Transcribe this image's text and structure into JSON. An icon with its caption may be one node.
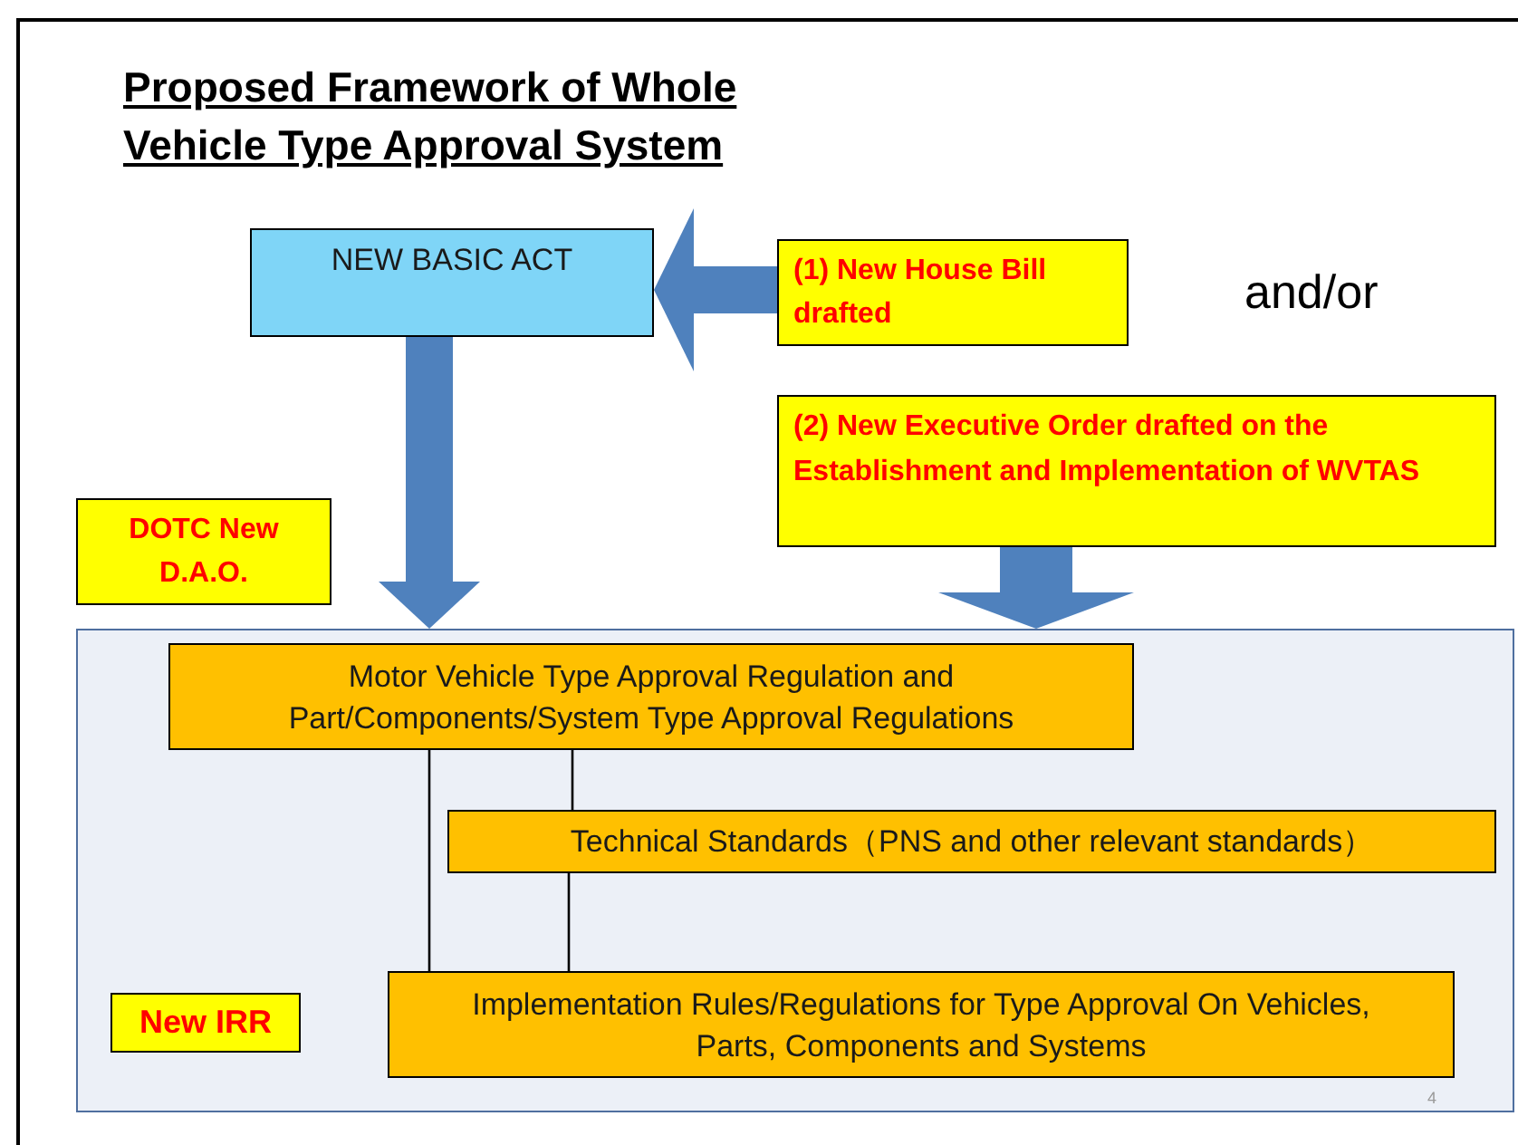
{
  "diagram": {
    "title": "Proposed Framework of Whole Vehicle Type Approval System",
    "nodes": [
      {
        "text": [
          "NEW BASIC ACT"
        ]
      },
      {
        "text": [
          "(1) New House Bill drafted"
        ]
      },
      {
        "text": [
          "(2) New Executive Order drafted on the Establishment and Implementation of WVTAS"
        ]
      },
      {
        "text": [
          "DOTC New D.A.O."
        ]
      },
      {
        "text": [],
        "shape": "box"
      },
      {
        "text": [
          "Motor Vehicle Type Approval Regulation and Part/Components/System Type Approval Regulations"
        ],
        "in": 4
      },
      {
        "text": [
          "Technical Standards（PNS and other relevant standards）"
        ],
        "in": 4
      },
      {
        "text": [
          "Implementation Rules/Regulations for Type Approval On Vehicles, Parts, Components and Systems"
        ],
        "in": 4
      },
      {
        "text": [
          "New IRR"
        ],
        "in": 4
      }
    ],
    "edges": [
      {
        "from": 1,
        "to": 0,
        "arrow": "to",
        "style": "thick",
        "color": "#4f81bd"
      },
      {
        "from": 0,
        "to": 4,
        "arrow": "to",
        "style": "thick",
        "color": "#4f81bd"
      },
      {
        "from": 2,
        "to": 4,
        "arrow": "to",
        "style": "thick",
        "color": "#4f81bd"
      },
      {
        "from": 5,
        "to": 7,
        "arrow": "none",
        "color": "#000000"
      },
      {
        "from": 5,
        "to": 6,
        "arrow": "none",
        "color": "#000000"
      },
      {
        "from": 6,
        "to": 7,
        "arrow": "none",
        "color": "#000000"
      }
    ],
    "labels": [
      "and/or",
      "4"
    ]
  }
}
